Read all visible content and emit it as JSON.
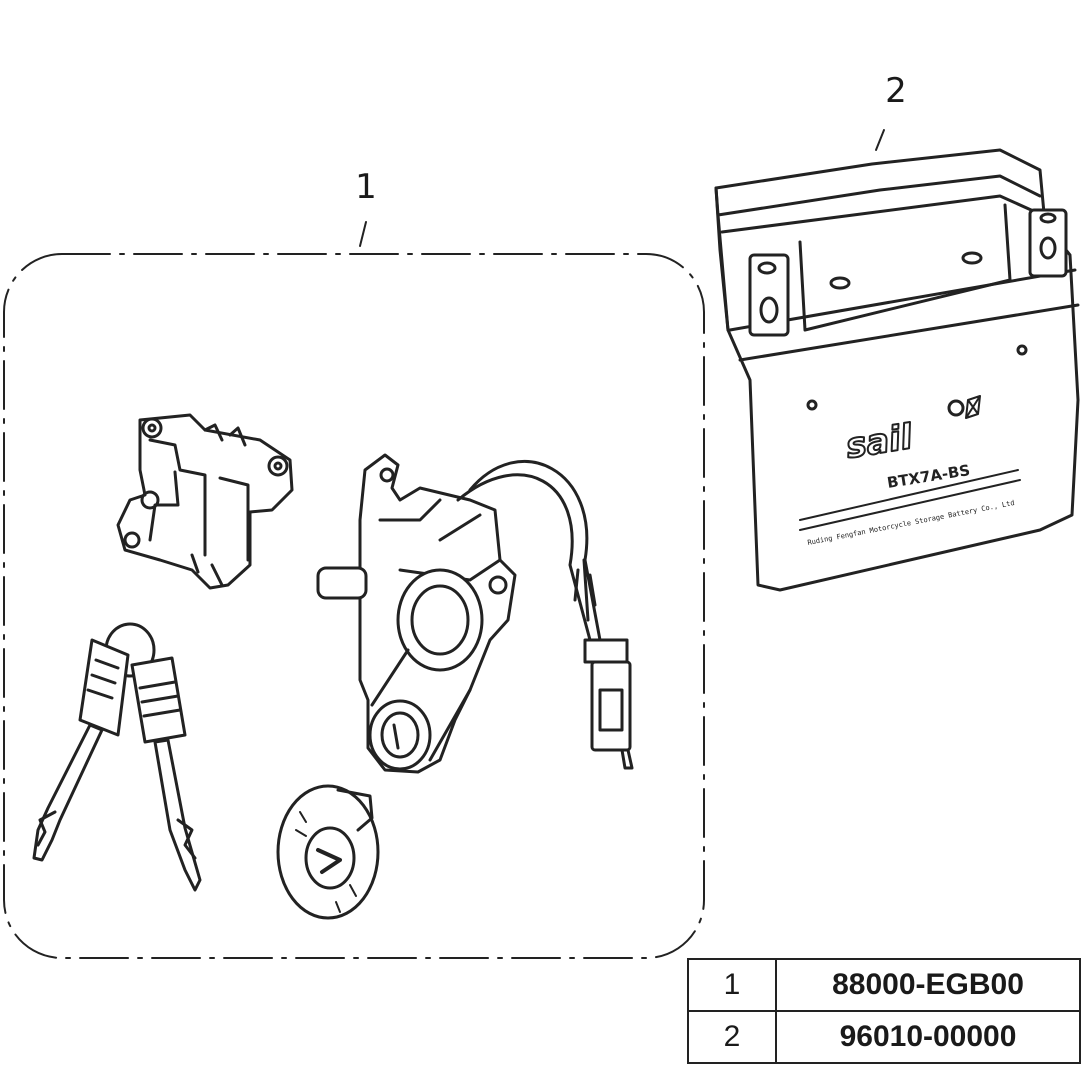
{
  "callouts": [
    {
      "label": "1"
    },
    {
      "label": "2"
    }
  ],
  "battery": {
    "brand": "sail",
    "model": "BTX7A-BS",
    "maker": "Ruding Fengfan Motorcycle Storage Battery Co., Ltd"
  },
  "parts_table": [
    {
      "item": "1",
      "part_number": "88000-EGB00"
    },
    {
      "item": "2",
      "part_number": "96010-00000"
    }
  ]
}
